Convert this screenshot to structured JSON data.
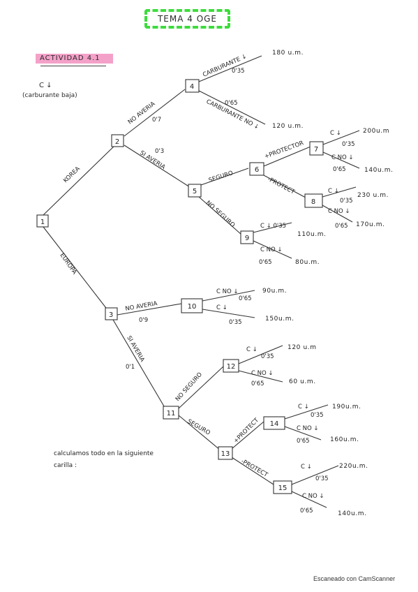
{
  "title": "TEMA 4  OGE",
  "activity": "ACTIVIDAD 4.1",
  "legend": {
    "symbol": "C ↓",
    "text": "(carburante baja)"
  },
  "edges": {
    "korea": "KOREA",
    "europa": "EUROPA",
    "no_averia_2": "NO AVERIA",
    "p_no_averia_2": "0'7",
    "si_averia_2": "SI AVERIA",
    "p_si_averia_2": "0'3",
    "carb_baja_4": "CARBURANTE ↓",
    "p_carb_baja_4": "0'35",
    "carb_no_baja_4": "CARBURANTE NO ↓",
    "p_carb_no_baja_4": "0'65",
    "seguro_5": "SEGURO",
    "no_seguro_5": "NO SEGURO",
    "mas_protector_6": "+PROTECTOR",
    "menos_protect_6": "-PROTECT",
    "c_baja_7": "C ↓",
    "p_c_baja_7": "0'35",
    "c_no_baja_7": "C NO ↓",
    "p_c_no_baja_7": "0'65",
    "c_baja_8": "C ↓",
    "p_c_baja_8": "0'35",
    "c_no_baja_8": "C NO ↓",
    "p_c_no_baja_8": "0'65",
    "c_baja_9": "C ↓ 0'35",
    "c_no_baja_9": "C NO ↓",
    "p_c_no_baja_9": "0'65",
    "no_averia_3": "NO AVERIA",
    "p_no_averia_3": "0'9",
    "si_averia_3": "SI AVERIA",
    "p_si_averia_3": "0'1",
    "c_no_baja_10": "C NO ↓",
    "p_c_no_baja_10": "0'65",
    "c_baja_10": "C ↓",
    "p_c_baja_10": "0'35",
    "no_seguro_11": "NO SEGURO",
    "seguro_11": "SEGURO",
    "c_baja_12": "C ↓",
    "p_c_baja_12": "0'35",
    "c_no_baja_12": "C NO ↓",
    "p_c_no_baja_12": "0'65",
    "mas_protect_13": "+PROTECT",
    "menos_protect_13": "-PROTECT",
    "c_baja_14": "C ↓",
    "p_c_baja_14": "0'35",
    "c_no_baja_14": "C NO ↓",
    "p_c_no_baja_14": "0'65",
    "c_baja_15": "C ↓",
    "p_c_baja_15": "0'35",
    "c_no_baja_15": "C NO ↓",
    "p_c_no_baja_15": "0'65"
  },
  "nodes": {
    "n1": "1",
    "n2": "2",
    "n3": "3",
    "n4": "4",
    "n5": "5",
    "n6": "6",
    "n7": "7",
    "n8": "8",
    "n9": "9",
    "n10": "10",
    "n11": "11",
    "n12": "12",
    "n13": "13",
    "n14": "14",
    "n15": "15"
  },
  "payoffs": {
    "o1": "180 u.m.",
    "o2": "120 u.m.",
    "o3": "200u.m",
    "o4": "140u.m.",
    "o5": "230 u.m.",
    "o6": "170u.m.",
    "o7": "110u.m.",
    "o8": "80u.m.",
    "o9": "90u.m.",
    "o10": "150u.m.",
    "o11": "120 u.m",
    "o12": "60 u.m.",
    "o13": "190u.m.",
    "o14": "160u.m.",
    "o15": "220u.m.",
    "o16": "140u.m."
  },
  "note": {
    "line1": "calculamos todo en la siguiente",
    "line2": "carilla :"
  },
  "footer": "Escaneado con CamScanner"
}
